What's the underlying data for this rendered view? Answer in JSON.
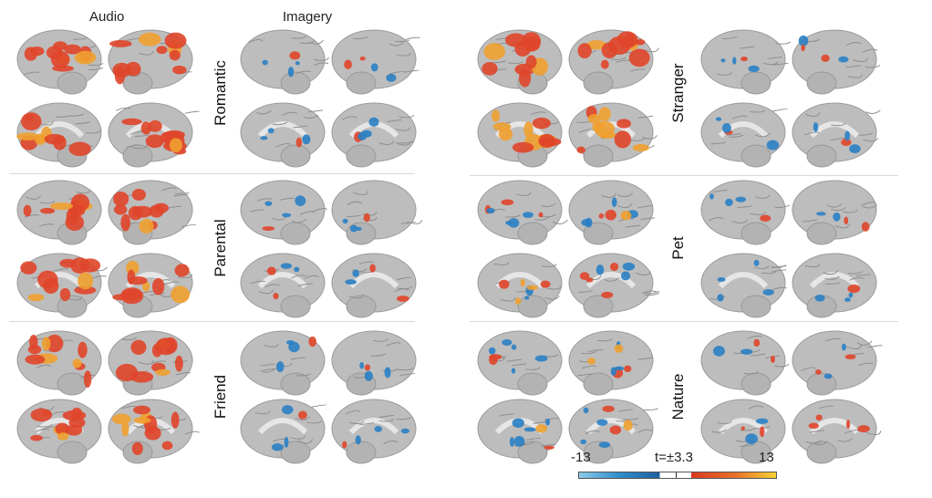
{
  "headers": {
    "audio": "Audio",
    "imagery": "Imagery"
  },
  "conditions": {
    "left": [
      "Romantic",
      "Parental",
      "Friend"
    ],
    "right": [
      "Stranger",
      "Pet",
      "Nature"
    ]
  },
  "colorbar": {
    "min": "-13",
    "threshold": "t=±3.3",
    "max": "13",
    "colors": {
      "negative": "#1f6fb4",
      "positive": "#e0452a",
      "peak": "#f7d233"
    }
  }
}
